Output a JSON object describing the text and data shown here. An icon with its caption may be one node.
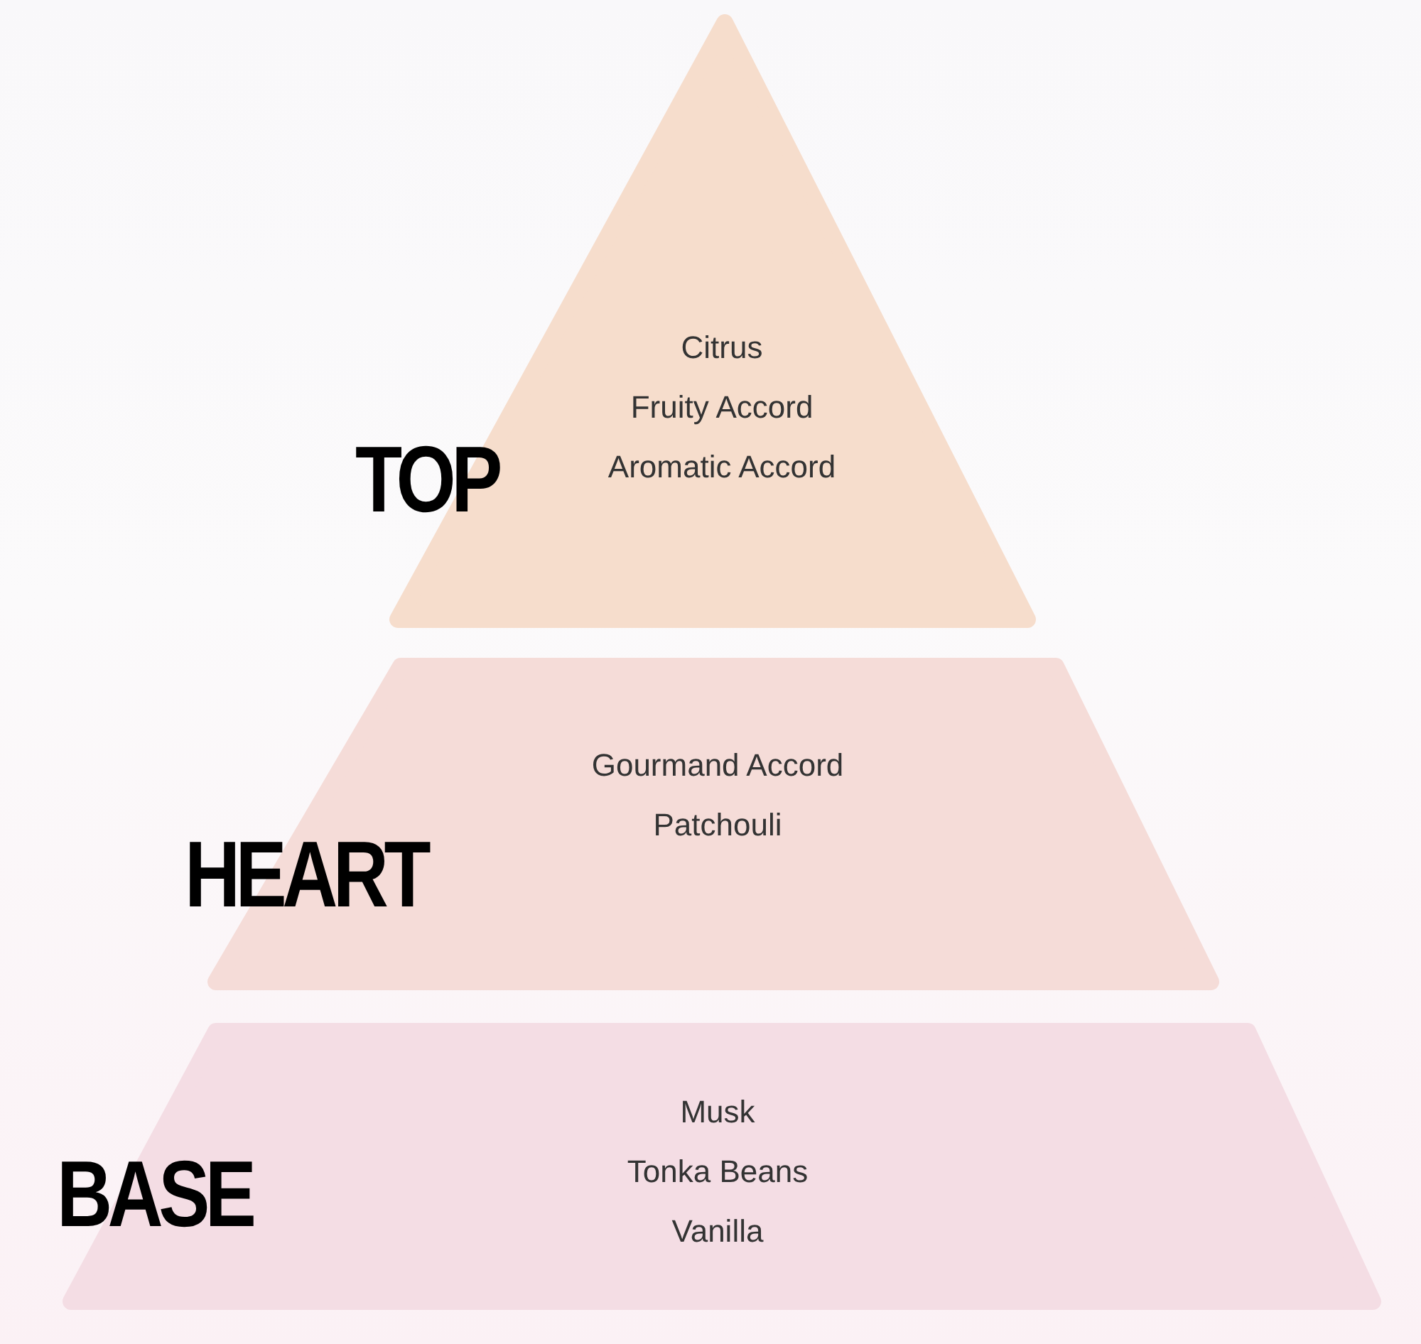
{
  "diagram": {
    "nodes": [
      {
        "text": [
          "TOP",
          "Citrus",
          "Fruity Accord",
          "Aromatic Accord"
        ]
      },
      {
        "text": [
          "HEART",
          "Gourmand Accord",
          "Patchouli"
        ]
      },
      {
        "text": [
          "BASE",
          "Musk",
          "Tonka Beans",
          "Vanilla"
        ]
      }
    ]
  }
}
